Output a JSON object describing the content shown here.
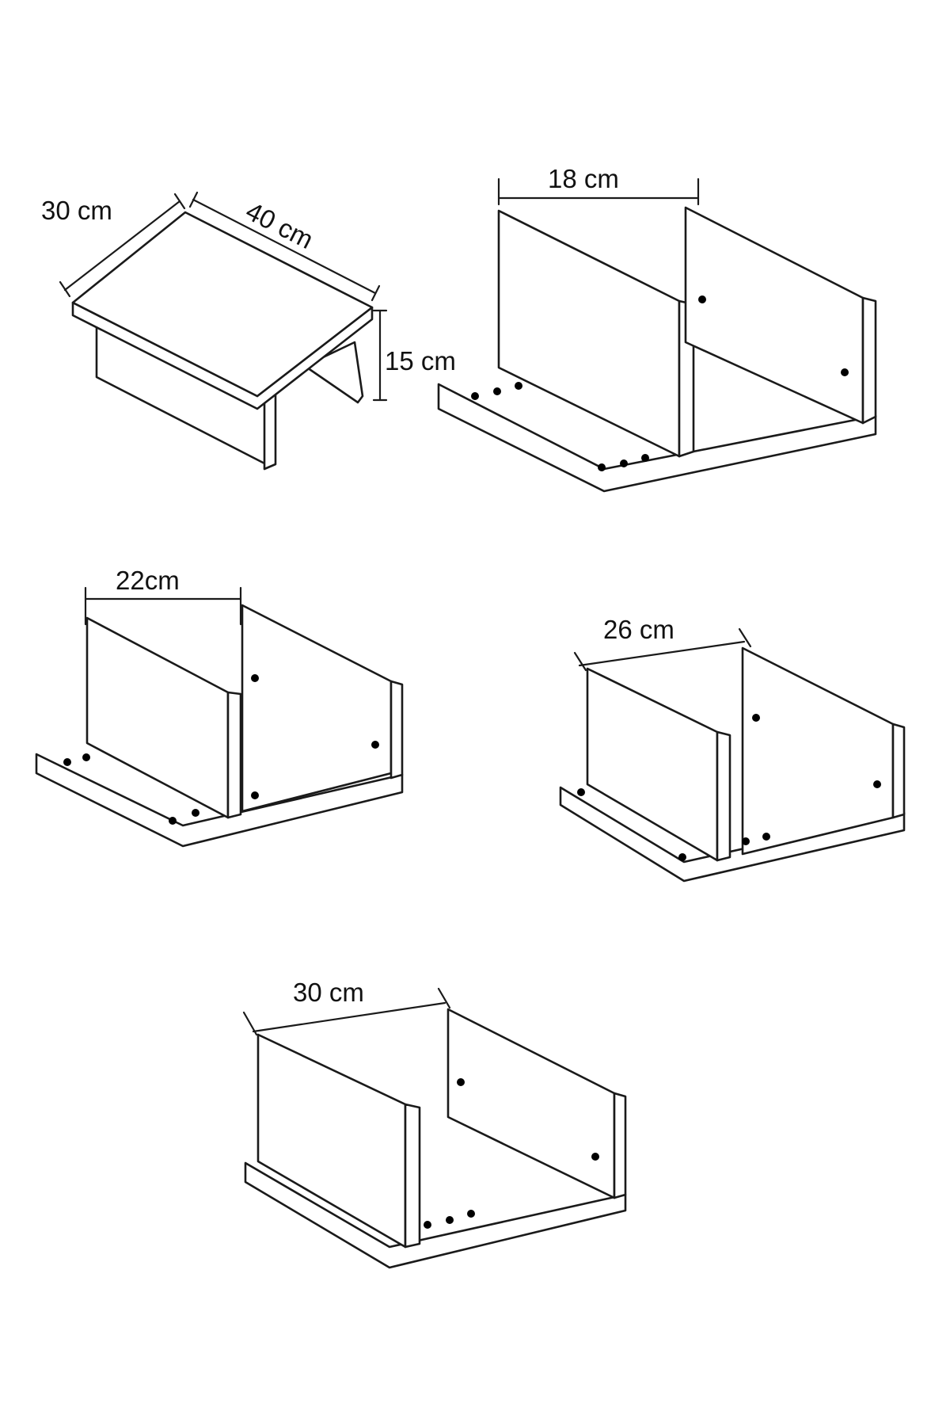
{
  "figure_1": {
    "depth_label": "30 cm",
    "length_label": "40 cm",
    "height_label": "15 cm"
  },
  "figure_2": {
    "width_label": "18 cm"
  },
  "figure_3": {
    "width_label": "22cm"
  },
  "figure_4": {
    "width_label": "26 cm"
  },
  "figure_5": {
    "width_label": "30 cm"
  }
}
